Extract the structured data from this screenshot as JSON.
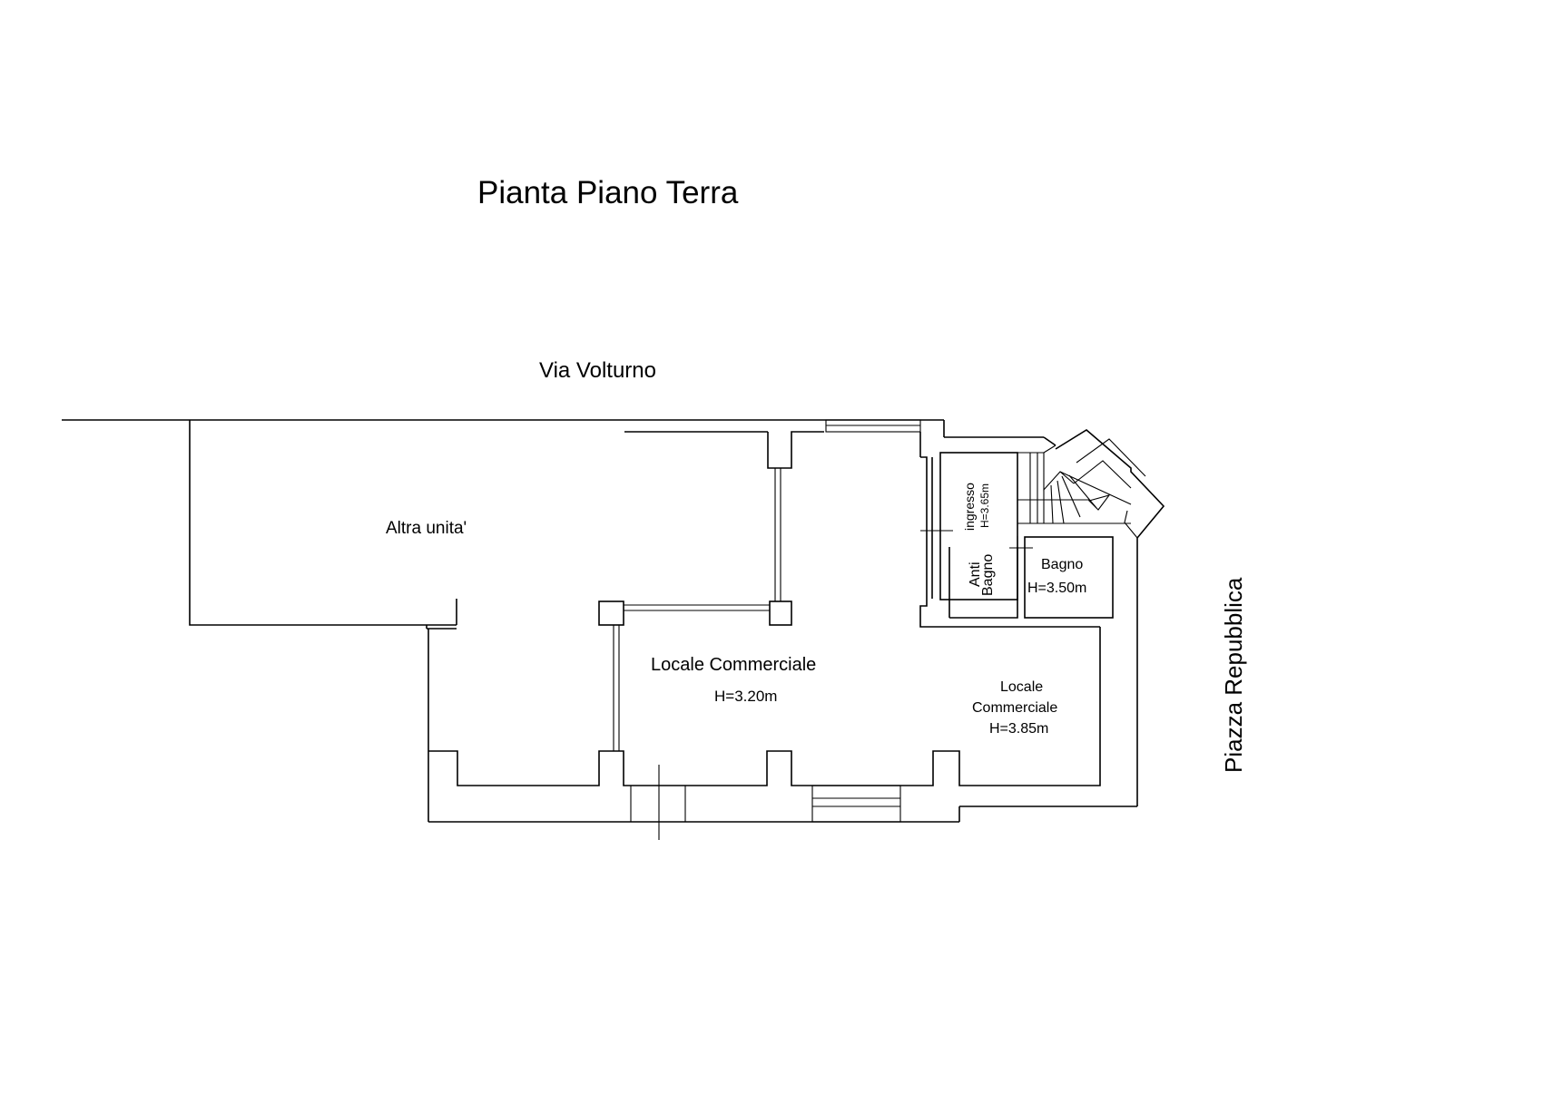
{
  "title": "Pianta  Piano Terra",
  "streets": {
    "north": "Via Volturno",
    "east": "Piazza Repubblica"
  },
  "rooms": {
    "altra_unita": "Altra unita'",
    "locale_main": {
      "name": "Locale Commerciale",
      "height": "H=3.20m"
    },
    "locale_east": {
      "line1": "Locale",
      "line2": "Commerciale",
      "height": "H=3.85m"
    },
    "ingresso": {
      "name": "ingresso",
      "height": "H=3.65m"
    },
    "antibagno": {
      "line1": "Anti",
      "line2": "Bagno"
    },
    "bagno": {
      "name": "Bagno",
      "height": "H=3.50m"
    }
  },
  "colors": {
    "line": "#000000",
    "background": "#ffffff"
  }
}
